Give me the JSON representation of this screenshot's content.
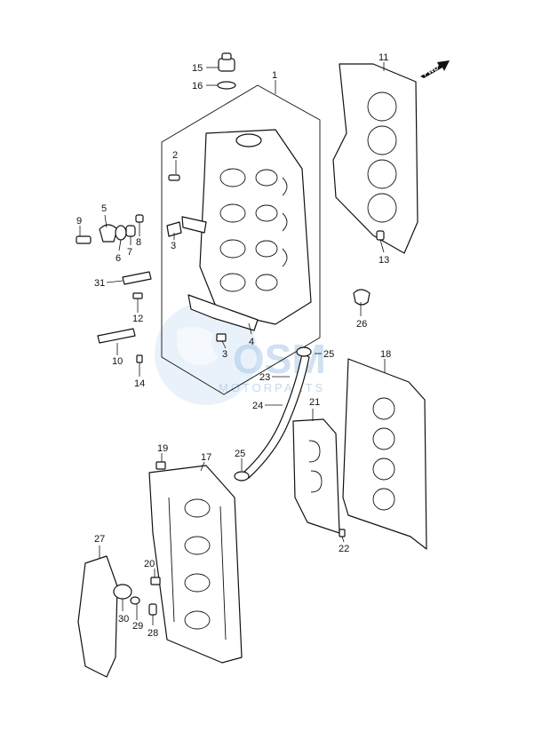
{
  "fwd_label": "FWD",
  "watermark": {
    "brand": "OSM",
    "sub": "MOTORPARTS"
  },
  "callouts": [
    "1",
    "2",
    "3",
    "3",
    "4",
    "5",
    "6",
    "7",
    "8",
    "9",
    "10",
    "11",
    "12",
    "13",
    "14",
    "15",
    "16",
    "17",
    "18",
    "19",
    "20",
    "21",
    "22",
    "23",
    "24",
    "25",
    "25",
    "26",
    "27",
    "28",
    "29",
    "30",
    "31"
  ],
  "colors": {
    "line": "#111111",
    "watermark": "#a9c9e8"
  }
}
